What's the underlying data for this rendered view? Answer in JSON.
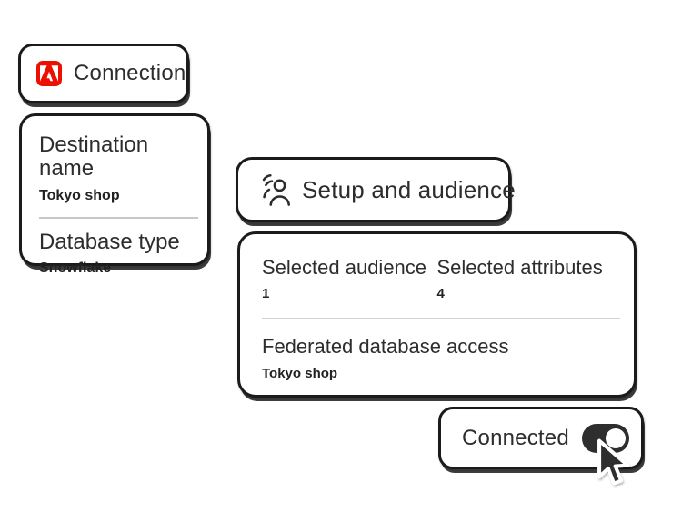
{
  "cards": {
    "connection": {
      "label": "Connection",
      "logo": "adobe-logo",
      "logo_color": "#EB1000"
    },
    "details": {
      "fields": [
        {
          "label": "Destination name",
          "value": "Tokyo shop"
        },
        {
          "label": "Database type",
          "value": "Snowflake"
        }
      ]
    },
    "setup": {
      "label": "Setup and audience",
      "icon": "audience-icon"
    },
    "summary": {
      "stats": [
        {
          "label": "Selected audience",
          "value": "1"
        },
        {
          "label": "Selected attributes",
          "value": "4"
        }
      ],
      "field": {
        "label": "Federated database access",
        "value": "Tokyo shop"
      }
    },
    "connected": {
      "label": "Connected",
      "toggle_state": "on"
    }
  },
  "colors": {
    "adobe_red": "#EB1000",
    "card_border": "#1b1b1b",
    "text": "#2d2d2d",
    "divider": "#c8c8c8",
    "toggle_track": "#2e2e2e",
    "toggle_knob": "#ffffff"
  },
  "cursor": "pointer-arrow"
}
